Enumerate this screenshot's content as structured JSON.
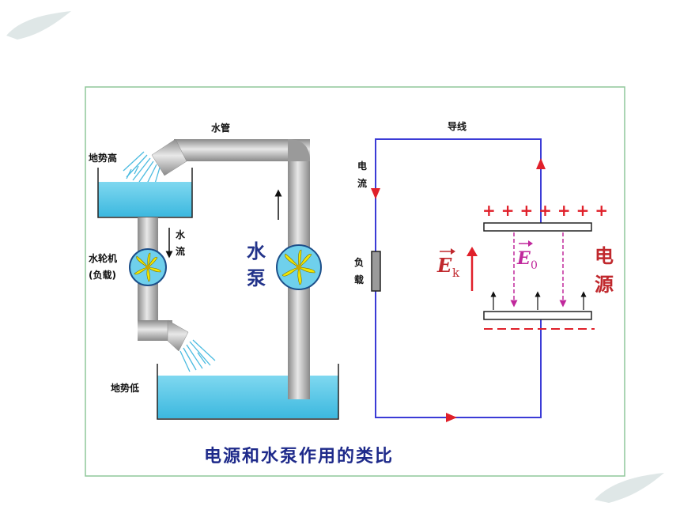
{
  "water_side": {
    "pipe_label": "水管",
    "high_label": "地势高",
    "flow_label_1": "水",
    "flow_label_2": "流",
    "turbine_label_1": "水轮机",
    "turbine_label_2": "(负载)",
    "pump_label_1": "水",
    "pump_label_2": "泵",
    "low_label": "地势低"
  },
  "circuit_side": {
    "wire_label": "导线",
    "current_label_1": "电",
    "current_label_2": "流",
    "load_label_1": "负",
    "load_label_2": "载",
    "plus_signs": "+ + + + + + +",
    "ek_symbol": "E",
    "ek_subscript": "k",
    "e0_symbol": "E",
    "e0_subscript": "0",
    "source_label_1": "电",
    "source_label_2": "源"
  },
  "caption": "电源和水泵作用的类比",
  "colors": {
    "frame": "#8fc79a",
    "pipe": "#b5b5b5",
    "water": "#5ec8e6",
    "wire": "#3b3bd6",
    "arrow_red": "#e0202a",
    "field_magenta": "#c0289c",
    "impeller": "#f2e600",
    "wheel_bg": "#6fd0ec"
  }
}
